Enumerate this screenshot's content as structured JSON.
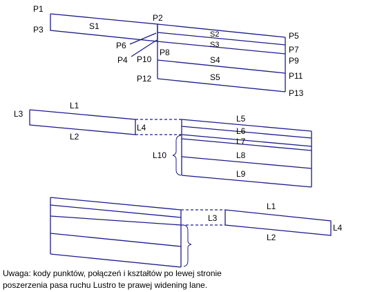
{
  "top": {
    "points": {
      "p1": "P1",
      "p2": "P2",
      "p3": "P3",
      "p4": "P4",
      "p5": "P5",
      "p6": "P6",
      "p7": "P7",
      "p8": "P8",
      "p9": "P9",
      "p10": "P10",
      "p11": "P11",
      "p12": "P12",
      "p13": "P13"
    },
    "shapes": {
      "s1": "S1",
      "s2": "S2",
      "s3": "S3",
      "s4": "S4",
      "s5": "S5"
    }
  },
  "middle": {
    "l1": "L1",
    "l2": "L2",
    "l3": "L3",
    "l4": "L4",
    "l5": "L5",
    "l6": "L6",
    "l7": "L7",
    "l8": "L8",
    "l9": "L9",
    "l10": "L10"
  },
  "bottom": {
    "l1": "L1",
    "l2": "L2",
    "l3": "L3",
    "l4": "L4"
  },
  "note": {
    "line1": "Uwaga: kody punktów, połączeń i kształtów po lewej stronie",
    "line2": "poszerzenia pasa ruchu Lustro te prawej widening lane."
  },
  "colors": {
    "line": "#1a1a8c",
    "text": "#000000",
    "background": "#ffffff"
  }
}
